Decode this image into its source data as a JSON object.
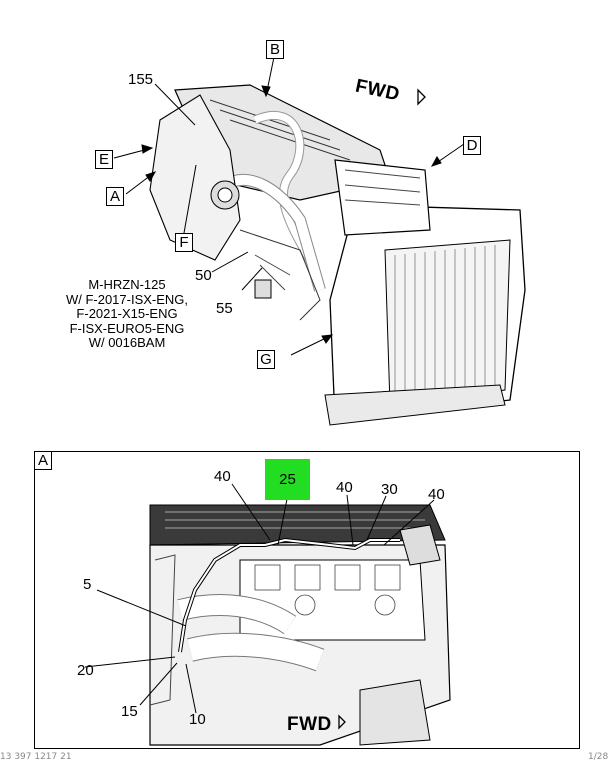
{
  "top_view": {
    "callouts": {
      "b": "B",
      "d": "D",
      "e": "E",
      "a": "A",
      "f": "F",
      "g": "G"
    },
    "numbers": {
      "n155": "155",
      "n50": "50",
      "n55": "55"
    },
    "fwd_label": "FWD",
    "model_lines": [
      "M-HRZN-125",
      "W/ F-2017-ISX-ENG,",
      "F-2021-X15-ENG",
      "F-ISX-EURO5-ENG",
      "W/ 0016BAM"
    ]
  },
  "detail_view": {
    "frame_label": "A",
    "highlight_number": "25",
    "numbers": {
      "n40a": "40",
      "n40b": "40",
      "n30": "30",
      "n40c": "40",
      "n5": "5",
      "n20": "20",
      "n15": "15",
      "n10": "10"
    },
    "fwd_label": "FWD"
  },
  "colors": {
    "highlight": "#22dd22"
  },
  "footer": {
    "left": "13 397 1217 21",
    "right": "1/28"
  }
}
